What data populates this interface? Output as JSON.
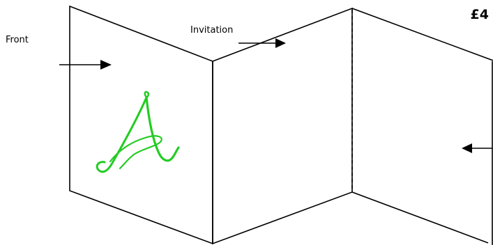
{
  "labels": {
    "front": "Front",
    "invitation": "Invitation",
    "price": "£4"
  },
  "panels": [
    {
      "name": "front-panel"
    },
    {
      "name": "middle-panel"
    },
    {
      "name": "back-panel"
    }
  ],
  "fold_lines": [
    {
      "name": "valley-fold",
      "style": "solid"
    },
    {
      "name": "mountain-fold",
      "style": "dashed"
    }
  ],
  "arrows": [
    {
      "target": "front-panel",
      "direction": "right"
    },
    {
      "target": "middle-panel",
      "direction": "right"
    },
    {
      "target": "back-panel",
      "direction": "left"
    }
  ],
  "monogram": {
    "letter": "A",
    "color": "#22cc22"
  },
  "colors": {
    "line": "#000000",
    "monogram": "#22cc22"
  }
}
